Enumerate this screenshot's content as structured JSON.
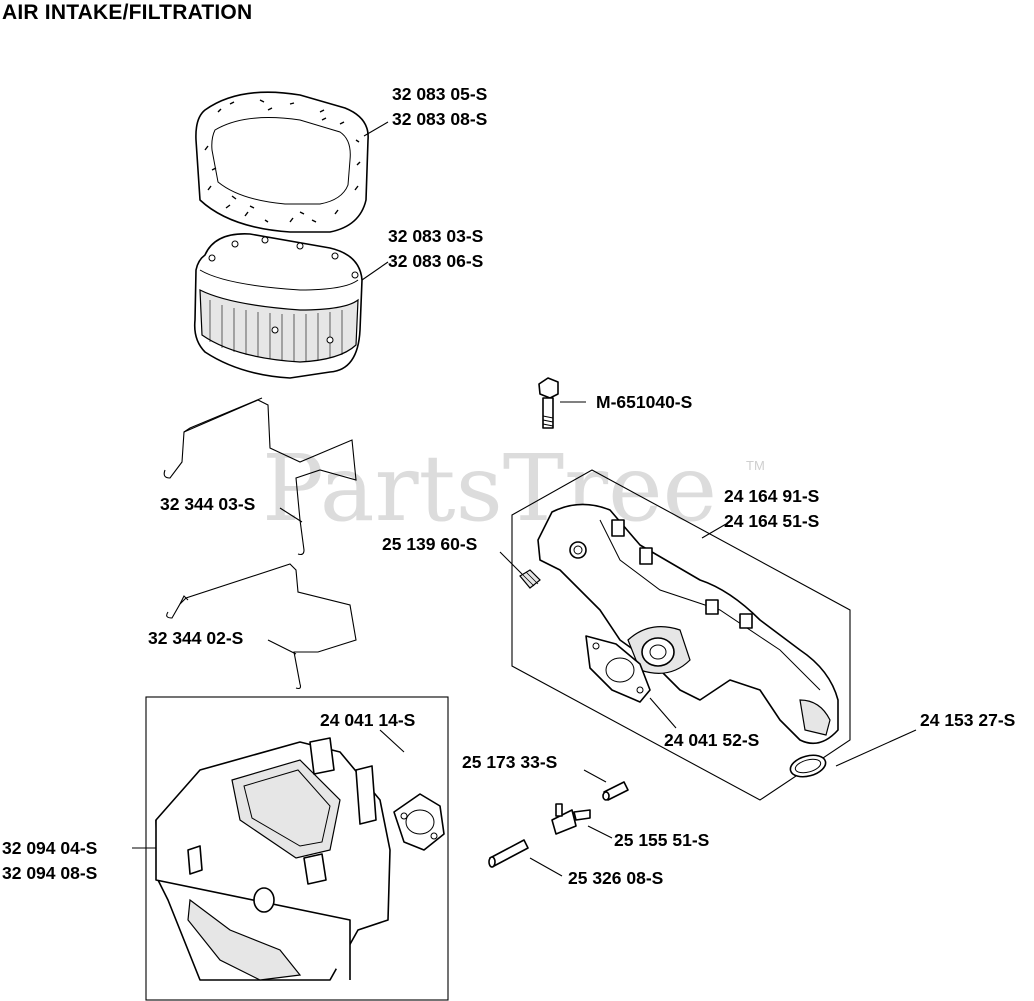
{
  "diagram": {
    "title": "AIR INTAKE/FILTRATION",
    "watermark": "PartsTree",
    "trademark": "TM",
    "parts": [
      {
        "id": "precleaner",
        "numbers": [
          "32 083 05-S",
          "32 083 08-S"
        ]
      },
      {
        "id": "air-filter-element",
        "numbers": [
          "32 083 03-S",
          "32 083 06-S"
        ]
      },
      {
        "id": "mounting-bolt",
        "numbers": [
          "M-651040-S"
        ]
      },
      {
        "id": "wire-retainer-upper",
        "numbers": [
          "32 344 03-S"
        ]
      },
      {
        "id": "intake-manifold",
        "numbers": [
          "24 164 91-S",
          "24 164 51-S"
        ]
      },
      {
        "id": "breather-fitting",
        "numbers": [
          "25 139 60-S"
        ]
      },
      {
        "id": "wire-retainer-lower",
        "numbers": [
          "32 344 02-S"
        ]
      },
      {
        "id": "base-gasket",
        "numbers": [
          "24 041 14-S"
        ]
      },
      {
        "id": "manifold-gasket",
        "numbers": [
          "24 041 52-S"
        ]
      },
      {
        "id": "o-ring",
        "numbers": [
          "24 153 27-S"
        ]
      },
      {
        "id": "pin",
        "numbers": [
          "25 173 33-S"
        ]
      },
      {
        "id": "connector",
        "numbers": [
          "25 155 51-S"
        ]
      },
      {
        "id": "tube",
        "numbers": [
          "25 326 08-S"
        ]
      },
      {
        "id": "air-cleaner-base",
        "numbers": [
          "32 094 04-S",
          "32 094 08-S"
        ]
      }
    ]
  }
}
